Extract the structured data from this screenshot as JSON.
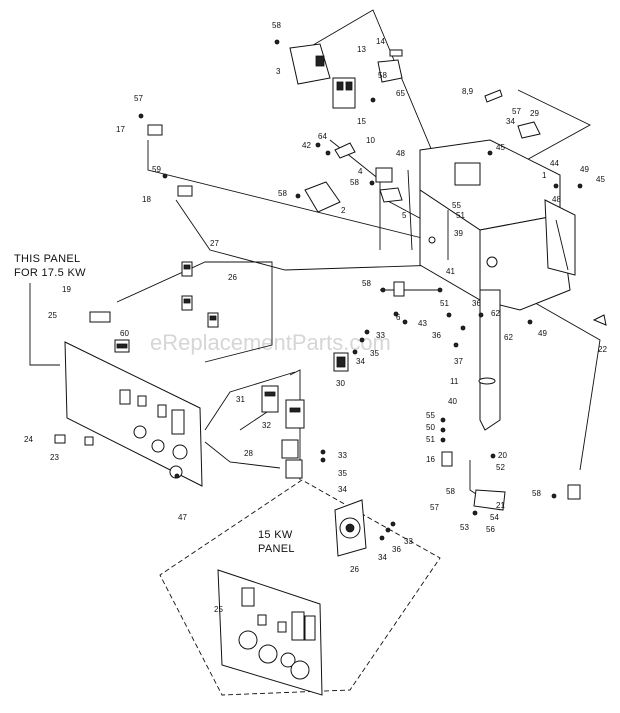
{
  "panel_labels": {
    "this_panel_line1": "THIS PANEL",
    "this_panel_line2": "FOR 17.5 KW",
    "kw15_line1": "15 KW",
    "kw15_line2": "PANEL"
  },
  "watermark": "eReplacementParts.com",
  "part_numbers": {
    "p58a": "58",
    "p13": "13",
    "p14": "14",
    "p3": "3",
    "p58b": "58",
    "p65": "65",
    "p15": "15",
    "p57a": "57",
    "p17": "17",
    "p89": "8,9",
    "p57b": "57",
    "p34a": "34",
    "p29": "29",
    "p64": "64",
    "p42": "42",
    "p10": "10",
    "p48a": "48",
    "p45a": "45",
    "p44": "44",
    "p1": "1",
    "p49a": "49",
    "p45b": "45",
    "p4": "4",
    "p58c": "58",
    "p59": "59",
    "p18": "18",
    "p58d": "58",
    "p2": "2",
    "p5": "5",
    "p48b": "48",
    "p55a": "55",
    "p51a": "51",
    "p39": "39",
    "p27": "27",
    "p26": "26",
    "p41": "41",
    "p58e": "58",
    "p6": "6",
    "p36a": "36",
    "p19": "19",
    "p60": "60",
    "p25a": "25",
    "p43": "43",
    "p51b": "51",
    "p36b": "36",
    "p62a": "62",
    "p62b": "62",
    "p49b": "49",
    "p22": "22",
    "p37": "37",
    "p33a": "33",
    "p34b": "34",
    "p35a": "35",
    "p30": "30",
    "p11": "11",
    "p40": "40",
    "p31": "31",
    "p32": "32",
    "p55b": "55",
    "p50": "50",
    "p51c": "51",
    "p16": "16",
    "p24": "24",
    "p23": "23",
    "p28": "28",
    "p33b": "33",
    "p35b": "35",
    "p34c": "34",
    "p20": "20",
    "p52": "52",
    "p58f": "58",
    "p21": "21",
    "p57c": "57",
    "p54": "54",
    "p53": "53",
    "p56": "56",
    "p58g": "58",
    "p47": "47",
    "p26b": "26",
    "p34d": "34",
    "p36c": "36",
    "p33c": "33",
    "p25b": "25"
  }
}
